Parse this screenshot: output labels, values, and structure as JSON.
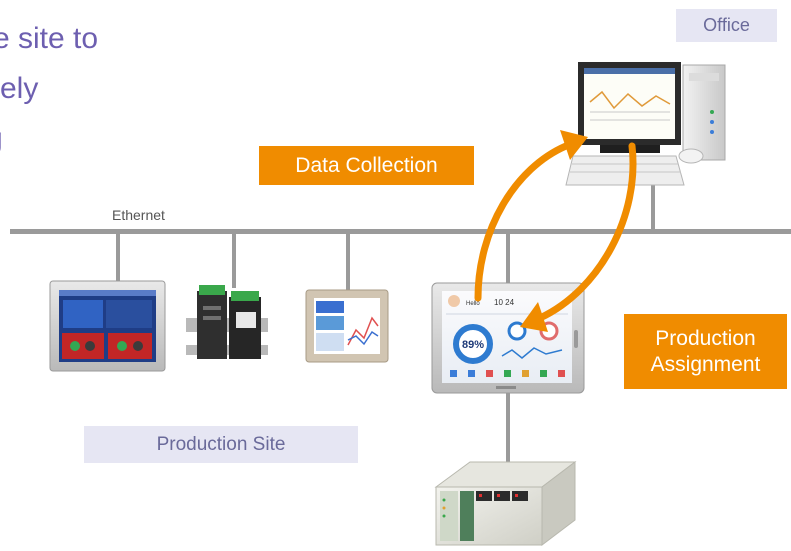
{
  "headline": {
    "line1": "tire site to",
    "line2": "ely",
    "line3": "g"
  },
  "labels": {
    "office": "Office",
    "production_site": "Production Site",
    "ethernet": "Ethernet",
    "data_collection": "Data Collection",
    "production_assignment_1": "Production",
    "production_assignment_2": "Assignment"
  },
  "hmi_screen": {
    "time": "10 24",
    "gauge_value": "89%"
  },
  "colors": {
    "accent_orange": "#f08c00",
    "headline_purple": "#6d5fb0",
    "tag_background": "#e6e6f3",
    "network_line": "#9a9a9a"
  }
}
